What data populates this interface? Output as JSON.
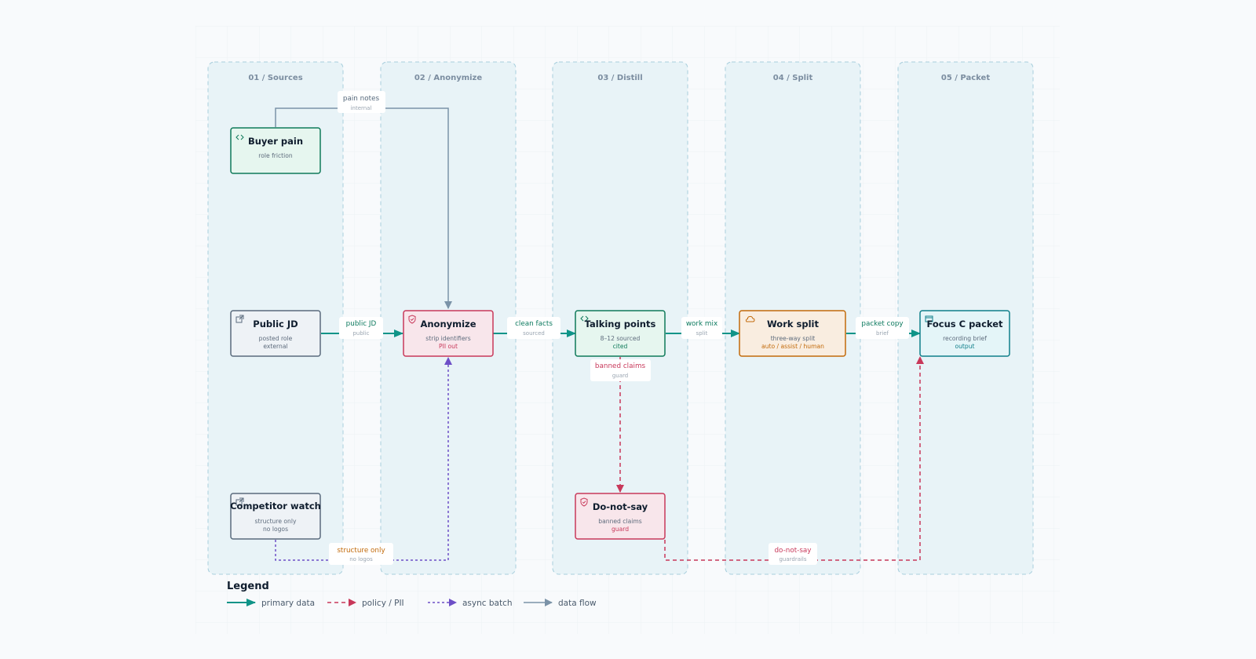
{
  "lanes": [
    {
      "id": "sources",
      "title": "01 / Sources"
    },
    {
      "id": "anonymize",
      "title": "02 / Anonymize"
    },
    {
      "id": "distill",
      "title": "03 / Distill"
    },
    {
      "id": "split",
      "title": "04 / Split"
    },
    {
      "id": "packet",
      "title": "05 / Packet"
    }
  ],
  "nodes": {
    "buyer_pain": {
      "title": "Buyer pain",
      "sub": "role friction",
      "icon": "code-icon"
    },
    "public_jd": {
      "title": "Public JD",
      "sub": "posted role",
      "sub2": "external",
      "icon": "external-link-icon"
    },
    "competitor_watch": {
      "title": "Competitor watch",
      "sub": "structure only",
      "sub2": "no logos",
      "icon": "external-link-icon"
    },
    "anonymize": {
      "title": "Anonymize",
      "sub": "strip identifiers",
      "sub2": "PII out",
      "icon": "shield-icon"
    },
    "talking_points": {
      "title": "Talking points",
      "sub": "8–12 sourced",
      "sub2": "cited",
      "icon": "code-icon"
    },
    "do_not_say": {
      "title": "Do-not-say",
      "sub": "banned claims",
      "sub2": "guard",
      "icon": "shield-icon"
    },
    "work_split": {
      "title": "Work split",
      "sub": "three-way split",
      "sub2": "auto / assist / human",
      "icon": "cloud-icon"
    },
    "focus_packet": {
      "title": "Focus C packet",
      "sub": "recording brief",
      "sub2": "output",
      "icon": "window-icon"
    }
  },
  "edges": {
    "pain_notes": {
      "label": "pain notes",
      "sub": "internal"
    },
    "public_jd": {
      "label": "public JD",
      "sub": "public"
    },
    "clean_facts": {
      "label": "clean facts",
      "sub": "sourced"
    },
    "work_mix": {
      "label": "work mix",
      "sub": "split"
    },
    "packet_copy": {
      "label": "packet copy",
      "sub": "brief"
    },
    "banned_claims": {
      "label": "banned claims",
      "sub": "guard"
    },
    "structure_only": {
      "label": "structure only",
      "sub": "no logos"
    },
    "do_not_say": {
      "label": "do-not-say",
      "sub": "guardrails"
    }
  },
  "legend": {
    "title": "Legend",
    "items": [
      {
        "label": "primary data",
        "style": "solid",
        "color": "#0f9488"
      },
      {
        "label": "policy / PII",
        "style": "dashed",
        "color": "#c8385a"
      },
      {
        "label": "async batch",
        "style": "dotted",
        "color": "#6d4fc7"
      },
      {
        "label": "data flow",
        "style": "solid",
        "color": "#7b93a8"
      }
    ]
  },
  "colors": {
    "primary": "#0f9488",
    "policy": "#c8385a",
    "async": "#6d4fc7",
    "flow": "#7b93a8",
    "compute": "#c26a0a"
  }
}
